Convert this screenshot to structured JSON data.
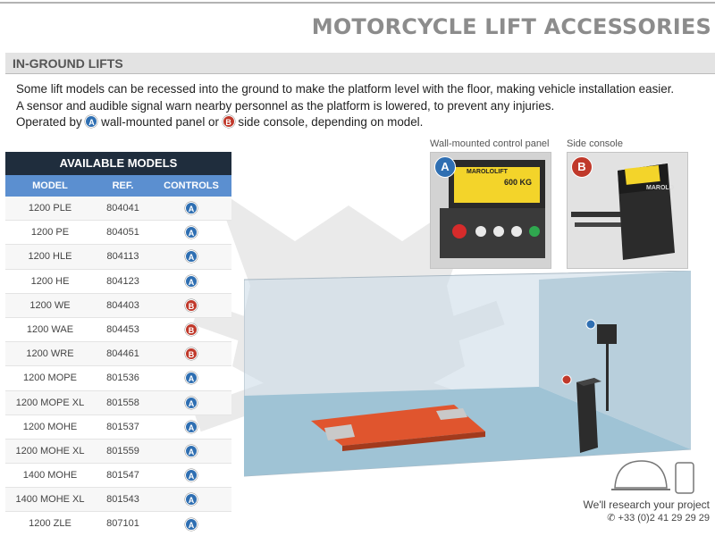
{
  "page": {
    "title": "MOTORCYCLE LIFT ACCESSORIES"
  },
  "section": {
    "title": "IN-GROUND LIFTS"
  },
  "intro": {
    "line1": "Some lift models can be recessed into the ground to make the platform level with the floor, making vehicle installation easier.",
    "line2": "A sensor and audible signal warn nearby personnel as the platform is lowered, to prevent any injuries.",
    "line3_pre": "Operated by",
    "line3_mid": "wall-mounted panel or",
    "line3_post": "side console, depending on model."
  },
  "badges": {
    "a": "A",
    "b": "B"
  },
  "table": {
    "title": "AVAILABLE MODELS",
    "columns": [
      "MODEL",
      "REF.",
      "CONTROLS"
    ],
    "rows": [
      {
        "model": "1200 PLE",
        "ref": "804041",
        "control": "A"
      },
      {
        "model": "1200 PE",
        "ref": "804051",
        "control": "A"
      },
      {
        "model": "1200 HLE",
        "ref": "804113",
        "control": "A"
      },
      {
        "model": "1200 HE",
        "ref": "804123",
        "control": "A"
      },
      {
        "model": "1200 WE",
        "ref": "804403",
        "control": "B"
      },
      {
        "model": "1200 WAE",
        "ref": "804453",
        "control": "B"
      },
      {
        "model": "1200 WRE",
        "ref": "804461",
        "control": "B"
      },
      {
        "model": "1200 MOPE",
        "ref": "801536",
        "control": "A"
      },
      {
        "model": "1200 MOPE XL",
        "ref": "801558",
        "control": "A"
      },
      {
        "model": "1200 MOHE",
        "ref": "801537",
        "control": "A"
      },
      {
        "model": "1200 MOHE XL",
        "ref": "801559",
        "control": "A"
      },
      {
        "model": "1400 MOHE",
        "ref": "801547",
        "control": "A"
      },
      {
        "model": "1400 MOHE XL",
        "ref": "801543",
        "control": "A"
      },
      {
        "model": "1200 ZLE",
        "ref": "807101",
        "control": "A"
      }
    ]
  },
  "photos": {
    "wall_label": "Wall-mounted control panel",
    "side_label": "Side console",
    "panel_brand": "MAROLOLIFT",
    "panel_capacity": "600 KG",
    "console_brand": "MAROLO"
  },
  "contact": {
    "tagline": "We'll research your project",
    "phone": "+33 (0)2 41 29 29 29"
  },
  "colors": {
    "badge_a": "#2f6fb2",
    "badge_b": "#c0392b",
    "table_header": "#1f2d3d",
    "table_columns": "#5b8fd0",
    "lift_orange": "#e0552e"
  },
  "icons": [
    "badge-a-icon",
    "badge-b-icon",
    "phone-icon",
    "hard-hat-icon",
    "smartphone-icon",
    "watermark-logo-icon"
  ]
}
